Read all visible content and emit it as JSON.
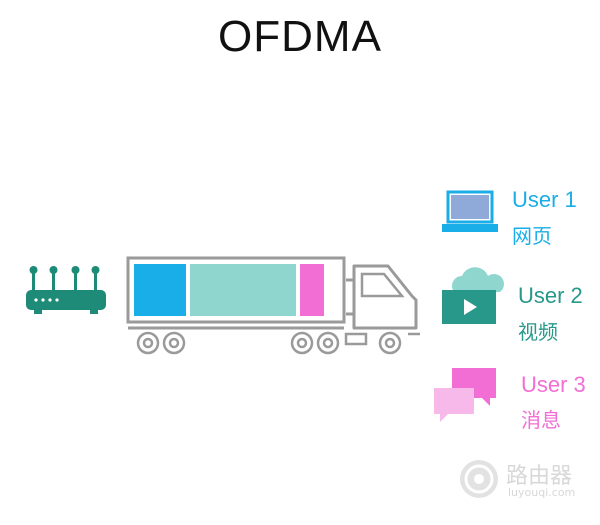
{
  "title": "OFDMA",
  "colors": {
    "router": "#1e8a78",
    "user1": "#1aaee8",
    "user2": "#27988a",
    "user2_light": "#8fd6cf",
    "user3": "#f26dd4",
    "truck_outline": "#9a9a9a"
  },
  "icons": {
    "router": "router-icon",
    "truck": "truck-icon",
    "user1": "laptop-icon",
    "user2": "cloud-video-icon",
    "user3": "chat-bubbles-icon",
    "watermark": "logo-icon"
  },
  "users": [
    {
      "label": "User 1",
      "sub": "网页"
    },
    {
      "label": "User 2",
      "sub": "视频"
    },
    {
      "label": "User 3",
      "sub": "消息"
    }
  ],
  "watermark": {
    "name": "路由器",
    "domain": "luyouqi.com"
  }
}
